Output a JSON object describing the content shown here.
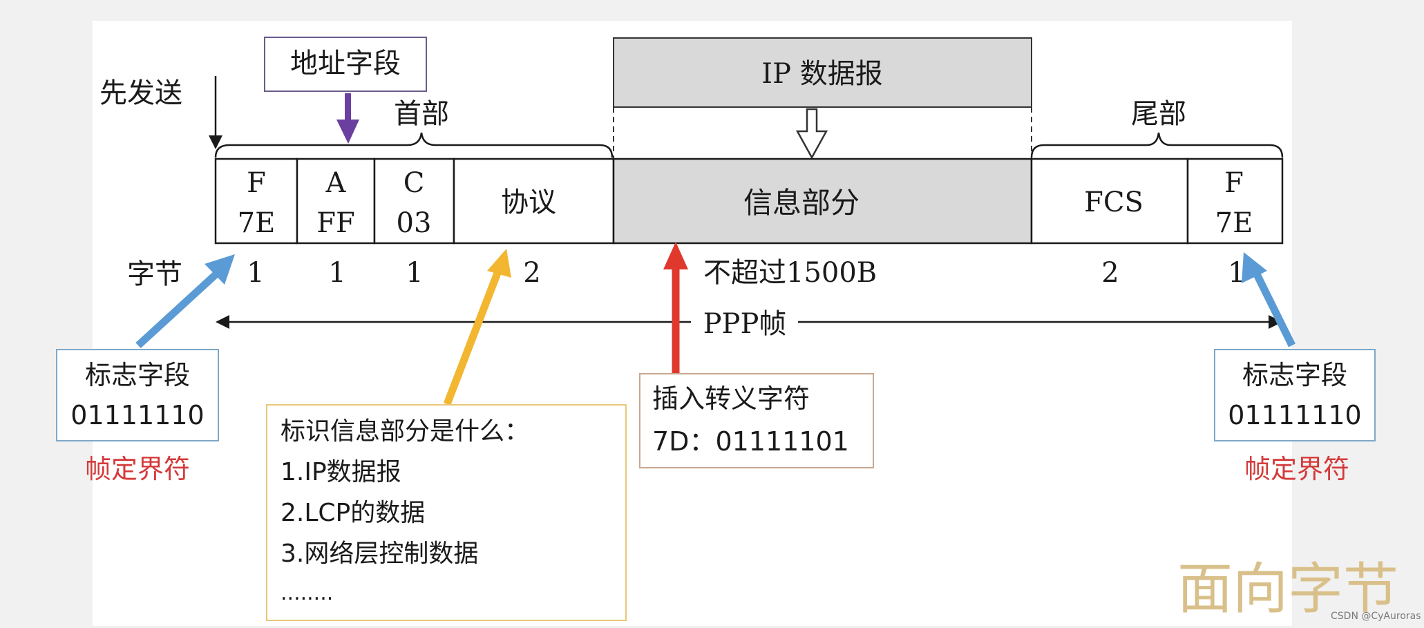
{
  "title_send_first": "先发送",
  "ip_datagram": "IP 数据报",
  "address_field_label": "地址字段",
  "header_label": "首部",
  "trailer_label": "尾部",
  "fields": [
    {
      "line1": "F",
      "line2": "7E",
      "bytes": "1"
    },
    {
      "line1": "A",
      "line2": "FF",
      "bytes": "1"
    },
    {
      "line1": "C",
      "line2": "03",
      "bytes": "1"
    },
    {
      "line1": "协议",
      "line2": "",
      "bytes": "2"
    },
    {
      "line1": "信息部分",
      "line2": "",
      "bytes": "不超过1500B"
    },
    {
      "line1": "FCS",
      "line2": "",
      "bytes": "2"
    },
    {
      "line1": "F",
      "line2": "7E",
      "bytes": "1"
    }
  ],
  "bytes_label": "字节",
  "ppp_frame_label": "PPP帧",
  "flag_left": {
    "title": "标志字段",
    "value": "01111110",
    "note": "帧定界符"
  },
  "flag_right": {
    "title": "标志字段",
    "value": "01111110",
    "note": "帧定界符"
  },
  "protocol_box": {
    "title": "标识信息部分是什么：",
    "items": [
      "1.IP数据报",
      "2.LCP的数据",
      "3.网络层控制数据",
      "........"
    ]
  },
  "escape_box": {
    "title": "插入转义字符",
    "value": "7D：01111101"
  },
  "watermark_main": "面向字节",
  "watermark_credit": "CSDN @CyAuroras",
  "colors": {
    "blue_arrow": "#5b9bd5",
    "gold_arrow": "#f2b630",
    "red_arrow": "#e0382d",
    "purple_arrow": "#6b3fa0",
    "gray_fill": "#d9d9d9",
    "note_red": "#d43a3a"
  }
}
